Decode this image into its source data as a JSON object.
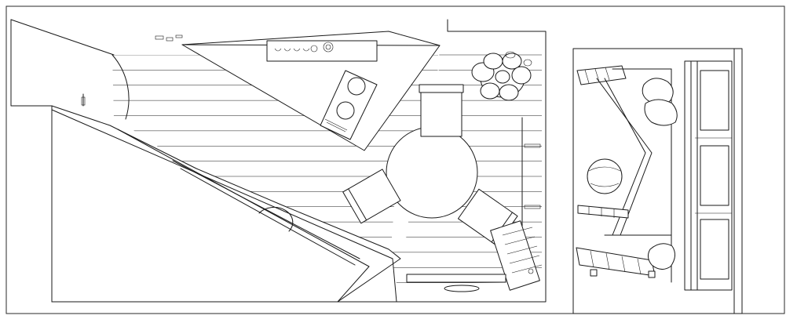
{
  "drawing": {
    "stroke_color": "#1a1a1a",
    "background_color": "#ffffff"
  },
  "floorboards": {
    "count": 16
  },
  "furniture": {
    "chair_count": 3,
    "burner_count": 2,
    "shelf_count": 3,
    "window_pane_count": 3,
    "pillow_count": 3
  },
  "icons": [
    "flooring-planks",
    "kitchen-counter",
    "cooktop",
    "round-table",
    "chair",
    "potted-plant",
    "radiator",
    "shelf",
    "window",
    "pillow",
    "ball",
    "door-swing"
  ]
}
